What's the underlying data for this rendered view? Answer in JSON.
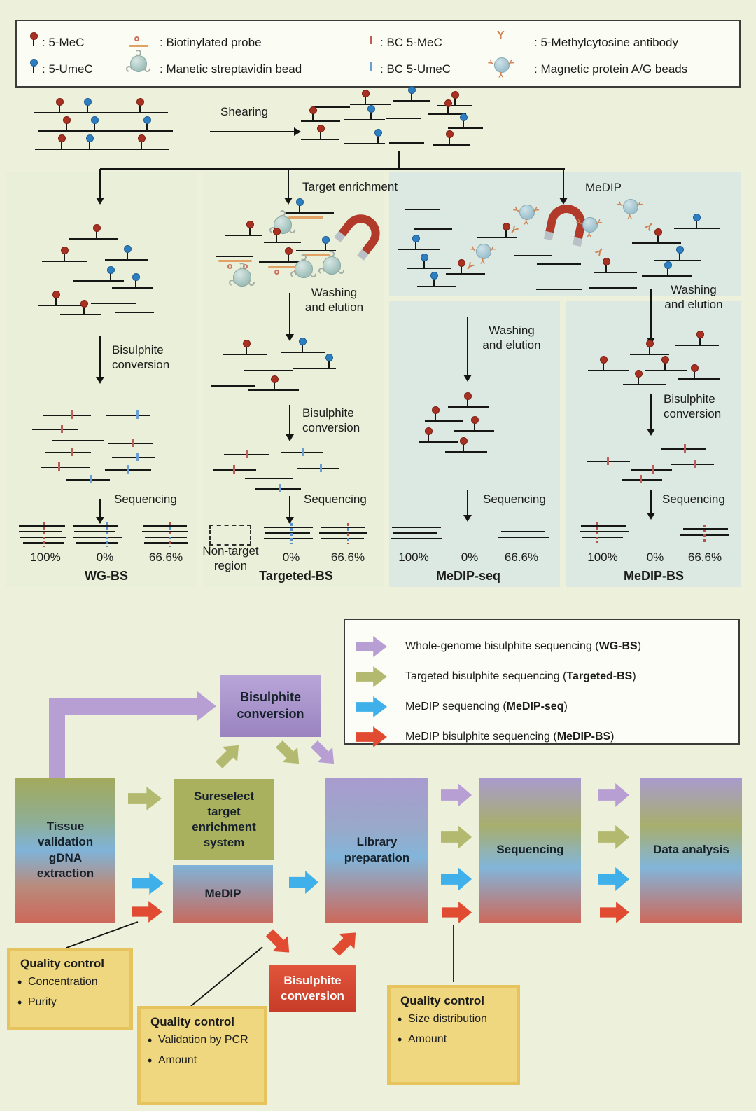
{
  "symbol_legend": {
    "items": [
      {
        "icon": "5mec-lollipop-icon",
        "label": ": 5-MeC"
      },
      {
        "icon": "5umec-lollipop-icon",
        "label": ": 5-UmeC"
      },
      {
        "icon": "biotinylated-probe-icon",
        "label": ": Biotinylated probe"
      },
      {
        "icon": "streptavidin-bead-icon",
        "label": ": Manetic streptavidin bead"
      },
      {
        "icon": "bc-5mec-icon",
        "label": ": BC 5-MeC"
      },
      {
        "icon": "bc-5umec-icon",
        "label": ": BC 5-UmeC"
      },
      {
        "icon": "antibody-icon",
        "label": ": 5-Methylcytosine antibody"
      },
      {
        "icon": "protein-ag-beads-icon",
        "label": ": Magnetic protein A/G beads"
      }
    ]
  },
  "workflow": {
    "shearing_label": "Shearing",
    "wgbs": {
      "bisulphite": "Bisulphite conversion",
      "sequencing": "Sequencing",
      "percentages": [
        "100%",
        "0%",
        "66.6%"
      ],
      "title": "WG-BS"
    },
    "targeted": {
      "header": "Target enrichment",
      "washing": "Washing and elution",
      "bisulphite": "Bisulphite conversion",
      "sequencing": "Sequencing",
      "non_target": "Non-target region",
      "percentages": [
        "0%",
        "66.6%"
      ],
      "title": "Targeted-BS"
    },
    "medip": {
      "header": "MeDIP"
    },
    "medip_seq": {
      "washing": "Washing and elution",
      "sequencing": "Sequencing",
      "percentages": [
        "100%",
        "0%",
        "66.6%"
      ],
      "title": "MeDIP-seq"
    },
    "medip_bs": {
      "washing": "Washing and elution",
      "bisulphite": "Bisulphite conversion",
      "sequencing": "Sequencing",
      "percentages": [
        "100%",
        "0%",
        "66.6%"
      ],
      "title": "MeDIP-BS"
    }
  },
  "flow_legend": {
    "rows": [
      {
        "color": "#b79fd4",
        "pre": "Whole-genome bisulphite sequencing (",
        "strong": "WG-BS",
        "post": ")"
      },
      {
        "color": "#b3ba6f",
        "pre": "Targeted bisulphite sequencing (",
        "strong": "Targeted-BS",
        "post": ")"
      },
      {
        "color": "#3fb0e9",
        "pre": "MeDIP sequencing (",
        "strong": "MeDIP-seq",
        "post": ")"
      },
      {
        "color": "#e04b31",
        "pre": "MeDIP bisulphite sequencing (",
        "strong": "MeDIP-BS",
        "post": ")"
      }
    ]
  },
  "flowchart": {
    "tissue": "Tissue validation gDNA extraction",
    "bisulphite_top": "Bisulphite conversion",
    "sureselect": "Sureselect target enrichment system",
    "medip": "MeDIP",
    "library": "Library preparation",
    "sequencing": "Sequencing",
    "data_analysis": "Data analysis",
    "bisulphite_red": "Bisulphite conversion",
    "qc1": {
      "title": "Quality control",
      "bullets": [
        "Concentration",
        "Purity"
      ]
    },
    "qc2": {
      "title": "Quality control",
      "bullets": [
        "Validation by PCR",
        "Amount"
      ]
    },
    "qc3": {
      "title": "Quality control",
      "bullets": [
        "Size distribution",
        "Amount"
      ]
    }
  }
}
